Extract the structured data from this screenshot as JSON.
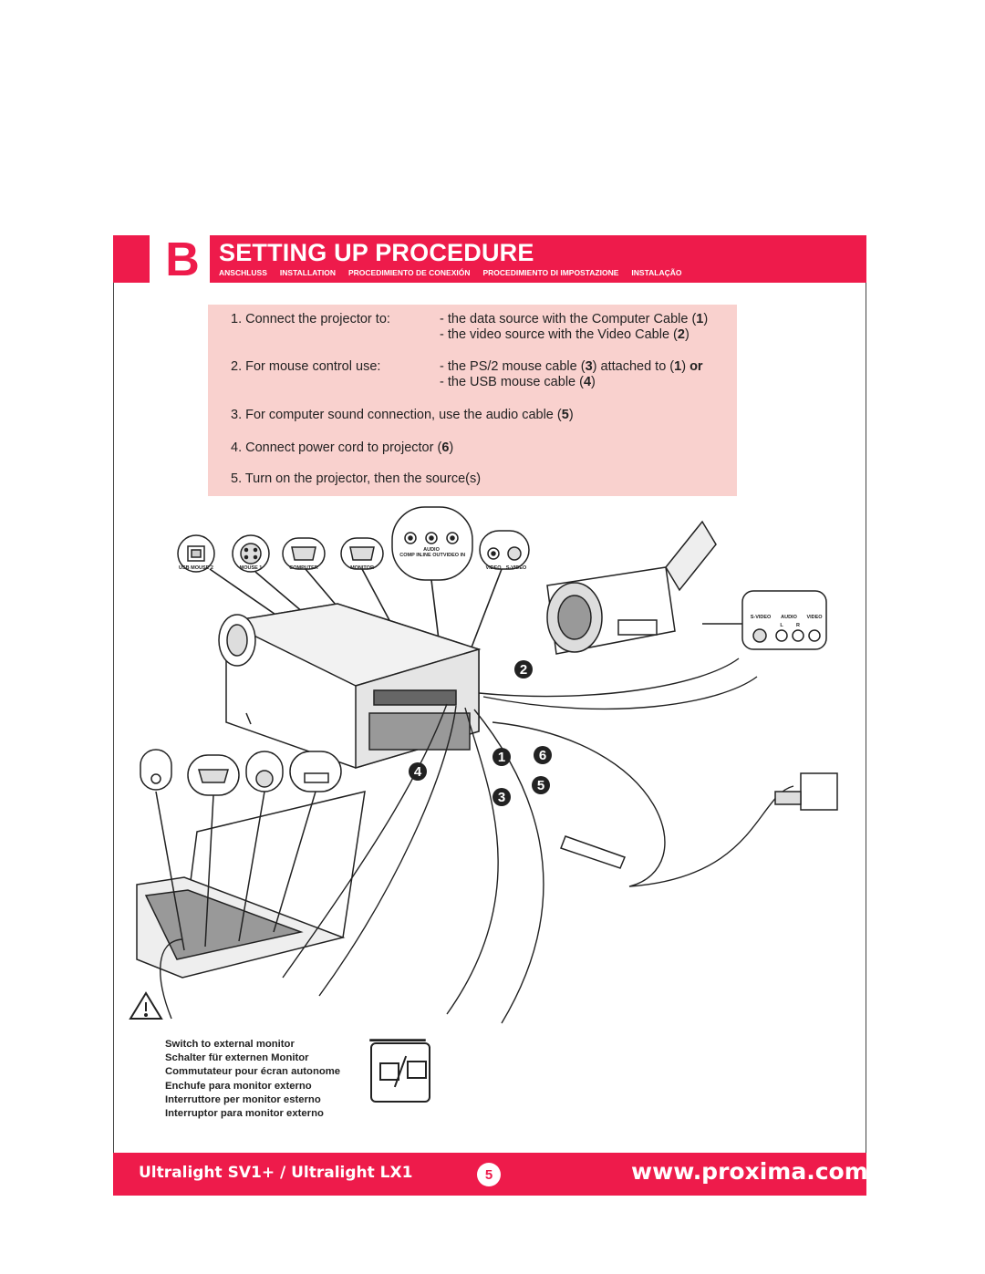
{
  "header": {
    "section_letter": "B",
    "title": "SETTING UP PROCEDURE",
    "translations": [
      "ANSCHLUSS",
      "INSTALLATION",
      "PROCEDIMIENTO DE CONEXIÓN",
      "PROCEDIMIENTO DI IMPOSTAZIONE",
      "INSTALAÇÃO"
    ]
  },
  "steps": {
    "s1_label": "1. Connect the projector to:",
    "s1_a_pre": "- the data source with the Computer Cable (",
    "s1_a_num": "1",
    "s1_b_pre": "- the video source with the Video Cable (",
    "s1_b_num": "2",
    "close": ")",
    "s2_label": "2. For mouse control use:",
    "s2_a_pre": "- the PS/2 mouse cable (",
    "s2_a_num": "3",
    "s2_a_mid": ") attached to (",
    "s2_a_num2": "1",
    "s2_a_or": "or",
    "s2_b_pre": "- the USB mouse cable (",
    "s2_b_num": "4",
    "s3_pre": "3. For computer sound connection, use the audio cable (",
    "s3_num": "5",
    "s4_pre": "4. Connect power cord to projector (",
    "s4_num": "6",
    "s5": "5. Turn on the projector, then the source(s)"
  },
  "ports": {
    "usb_mouse2": "USB MOUSE 2",
    "mouse1": "MOUSE 1",
    "computer": "COMPUTER",
    "monitor": "MONITOR",
    "audio": "AUDIO",
    "comp_in": "COMP IN",
    "line_out": "LINE OUT",
    "video_in": "VIDEO IN",
    "video": "VIDEO",
    "s_video": "S-VIDEO"
  },
  "camcorder_ports": {
    "s_video": "S-VIDEO",
    "audio": "AUDIO",
    "l": "L",
    "r": "R",
    "video": "VIDEO"
  },
  "callouts": [
    "1",
    "2",
    "3",
    "4",
    "5",
    "6"
  ],
  "warning": {
    "lines": [
      "Switch to external monitor",
      "Schalter für externen Monitor",
      "Commutateur pour écran autonome",
      "Enchufe para monitor externo",
      "Interruttore per monitor esterno",
      "Interruptor para monitor externo"
    ]
  },
  "footer": {
    "model": "Ultralight SV1+ / Ultralight LX1",
    "page": "5",
    "url": "www.proxima.com"
  },
  "colors": {
    "accent": "#ee1b4b",
    "instruction_bg": "#f9d1ce"
  }
}
